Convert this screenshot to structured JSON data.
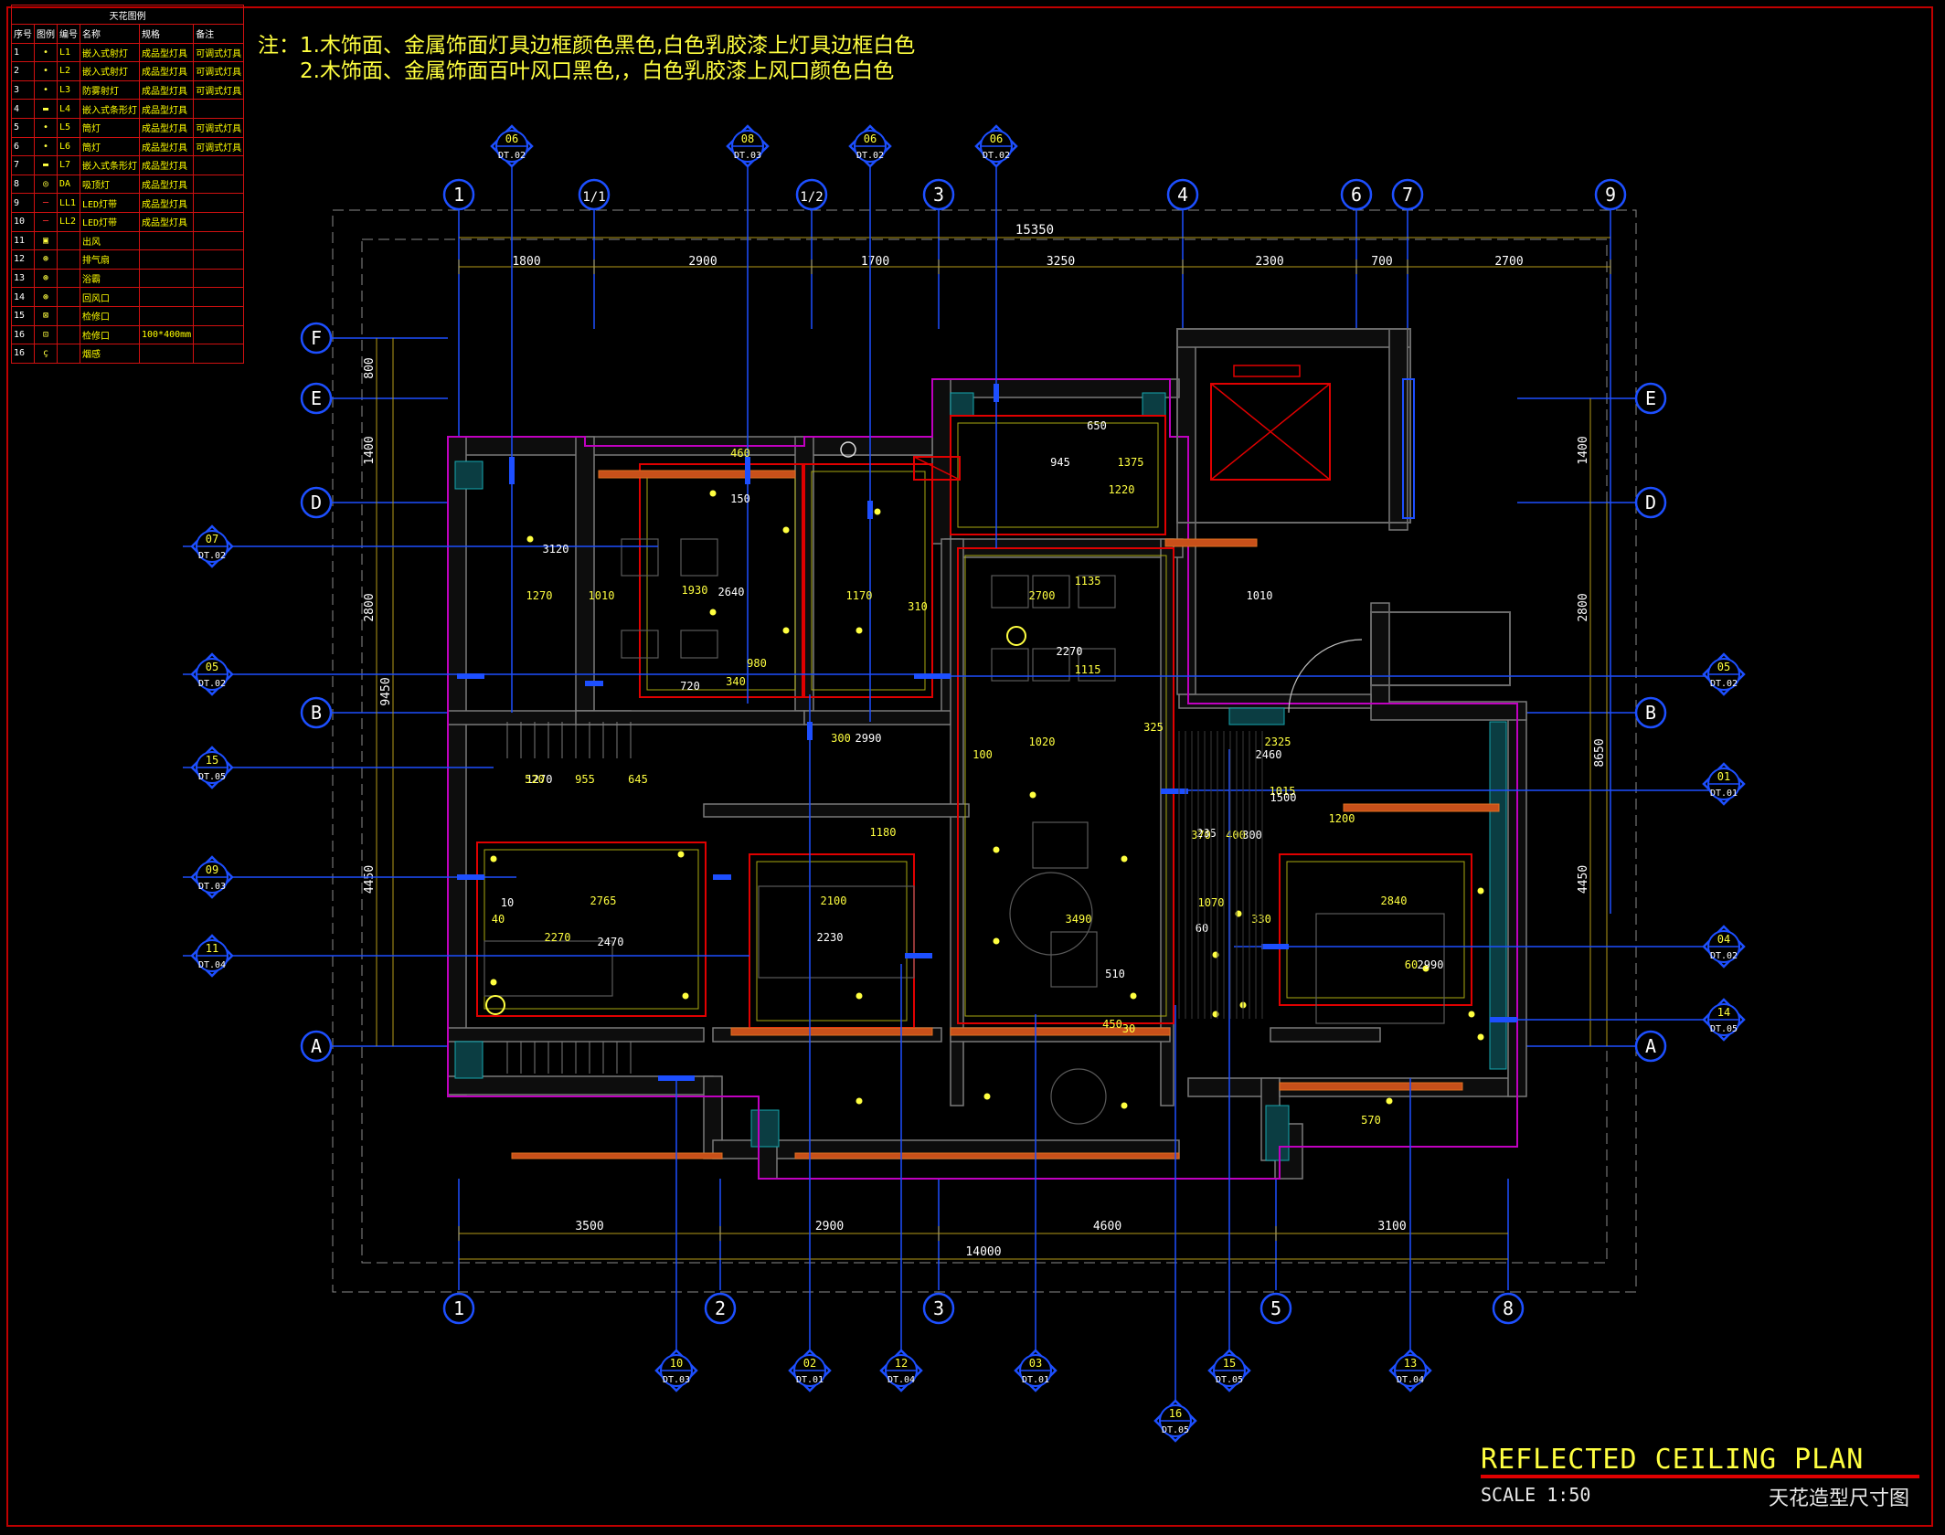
{
  "legend": {
    "title": "天花图例",
    "headers": [
      "序号",
      "图例",
      "编号",
      "名称",
      "规格",
      "备注"
    ],
    "rows": [
      {
        "no": "1",
        "code": "L1",
        "name": "嵌入式射灯",
        "spec": "成品型灯具",
        "note": "可调式灯具"
      },
      {
        "no": "2",
        "code": "L2",
        "name": "嵌入式射灯",
        "spec": "成品型灯具",
        "note": "可调式灯具"
      },
      {
        "no": "3",
        "code": "L3",
        "name": "防雾射灯",
        "spec": "成品型灯具",
        "note": "可调式灯具"
      },
      {
        "no": "4",
        "code": "L4",
        "name": "嵌入式条形灯",
        "spec": "成品型灯具",
        "note": ""
      },
      {
        "no": "5",
        "code": "L5",
        "name": "筒灯",
        "spec": "成品型灯具",
        "note": "可调式灯具"
      },
      {
        "no": "6",
        "code": "L6",
        "name": "筒灯",
        "spec": "成品型灯具",
        "note": "可调式灯具"
      },
      {
        "no": "7",
        "code": "L7",
        "name": "嵌入式条形灯",
        "spec": "成品型灯具",
        "note": ""
      },
      {
        "no": "8",
        "code": "DA",
        "name": "吸顶灯",
        "spec": "成品型灯具",
        "note": ""
      },
      {
        "no": "9",
        "code": "LL1",
        "name": "LED灯带",
        "spec": "成品型灯具",
        "note": ""
      },
      {
        "no": "10",
        "code": "LL2",
        "name": "LED灯带",
        "spec": "成品型灯具",
        "note": ""
      },
      {
        "no": "11",
        "code": "",
        "name": "出风",
        "spec": "",
        "note": ""
      },
      {
        "no": "12",
        "code": "",
        "name": "排气扇",
        "spec": "",
        "note": ""
      },
      {
        "no": "13",
        "code": "",
        "name": "浴霸",
        "spec": "",
        "note": ""
      },
      {
        "no": "14",
        "code": "",
        "name": "回风口",
        "spec": "",
        "note": ""
      },
      {
        "no": "15",
        "code": "",
        "name": "检修口",
        "spec": "",
        "note": ""
      },
      {
        "no": "16",
        "code": "",
        "name": "检修口",
        "spec": "100*400mm",
        "note": ""
      },
      {
        "no": "16",
        "code": "",
        "name": "烟感",
        "spec": "",
        "note": ""
      }
    ]
  },
  "notes": {
    "line1": "注：1.木饰面、金属饰面灯具边框颜色黑色,白色乳胶漆上灯具边框白色",
    "line2": "2.木饰面、金属饰面百叶风口黑色,，白色乳胶漆上风口颜色白色"
  },
  "grid": {
    "top": [
      "1",
      "1/1",
      "1/2",
      "3",
      "4",
      "6",
      "7",
      "9"
    ],
    "bottom": [
      "1",
      "2",
      "3",
      "5",
      "8"
    ],
    "rows_left": [
      "F",
      "E",
      "D",
      "B",
      "A"
    ],
    "rows_right": [
      "E",
      "D",
      "B",
      "A"
    ]
  },
  "dimensions": {
    "top_total": "15350",
    "top_parts": [
      "1800",
      "2900",
      "1700",
      "3250",
      "2300",
      "700",
      "2700"
    ],
    "bottom_total": "14000",
    "bottom_parts": [
      "3500",
      "2900",
      "4600",
      "3100"
    ],
    "left_total": "9450",
    "left_parts": [
      "800",
      "1400",
      "2800",
      "4450"
    ],
    "right_total": "8650",
    "right_parts": [
      "1400",
      "2800",
      "4450"
    ]
  },
  "section_markers": [
    {
      "num": "06",
      "ref": "DT.02"
    },
    {
      "num": "08",
      "ref": "DT.03"
    },
    {
      "num": "06",
      "ref": "DT.02"
    },
    {
      "num": "06",
      "ref": "DT.02"
    },
    {
      "num": "07",
      "ref": "DT.02"
    },
    {
      "num": "05",
      "ref": "DT.02"
    },
    {
      "num": "15",
      "ref": "DT.05"
    },
    {
      "num": "09",
      "ref": "DT.03"
    },
    {
      "num": "11",
      "ref": "DT.04"
    },
    {
      "num": "05",
      "ref": "DT.02"
    },
    {
      "num": "01",
      "ref": "DT.01"
    },
    {
      "num": "04",
      "ref": "DT.02"
    },
    {
      "num": "14",
      "ref": "DT.05"
    },
    {
      "num": "10",
      "ref": "DT.03"
    },
    {
      "num": "02",
      "ref": "DT.01"
    },
    {
      "num": "12",
      "ref": "DT.04"
    },
    {
      "num": "03",
      "ref": "DT.01"
    },
    {
      "num": "16",
      "ref": "DT.05"
    },
    {
      "num": "15",
      "ref": "DT.05"
    },
    {
      "num": "13",
      "ref": "DT.04"
    }
  ],
  "room_dims": [
    "3120",
    "1270",
    "1010",
    "2640",
    "1930",
    "460",
    "150",
    "1170",
    "310",
    "1010",
    "2700",
    "1135",
    "2270",
    "1115",
    "980",
    "720",
    "340",
    "300",
    "2990",
    "1020",
    "2325",
    "2460",
    "1015",
    "1200",
    "1500",
    "1180",
    "2765",
    "2470",
    "2270",
    "2100",
    "2230",
    "3490",
    "2840",
    "2990",
    "1070",
    "955",
    "1270",
    "520",
    "645",
    "945",
    "1375",
    "1220",
    "650",
    "400",
    "370",
    "300",
    "325",
    "100",
    "10",
    "40",
    "330",
    "235",
    "60",
    "570",
    "510",
    "450",
    "30",
    "60"
  ],
  "title": {
    "main": "REFLECTED CEILING PLAN",
    "scale": "SCALE 1:50",
    "subtitle": "天花造型尺寸图"
  },
  "colors": {
    "background": "#000000",
    "axis": "#1d4fff",
    "wall": "#7a7a7a",
    "dimension": "#b59a18",
    "text": "#ffff40",
    "red": "#e00000"
  }
}
